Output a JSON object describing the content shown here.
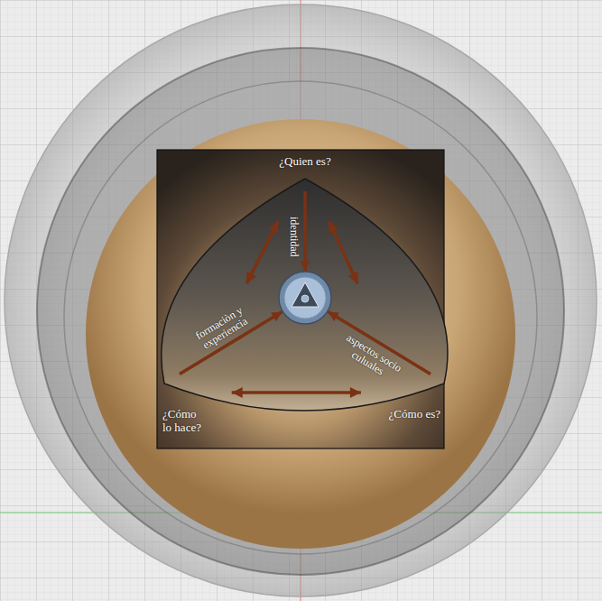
{
  "diagram": {
    "nodes": [
      {
        "text": [
          "¿Quien es?"
        ]
      },
      {
        "text": [
          "¿Cómo lo hace?"
        ]
      },
      {
        "text": [
          "¿Cómo es?"
        ]
      }
    ],
    "edges": [
      {
        "from": 0,
        "to": 1,
        "arrow": "both"
      },
      {
        "from": 0,
        "to": 2,
        "arrow": "both"
      },
      {
        "from": 1,
        "to": 2,
        "arrow": "both"
      }
    ],
    "labels": [
      "identidad",
      "formaciòn y experiencia",
      "aspectos socio culuales"
    ]
  }
}
